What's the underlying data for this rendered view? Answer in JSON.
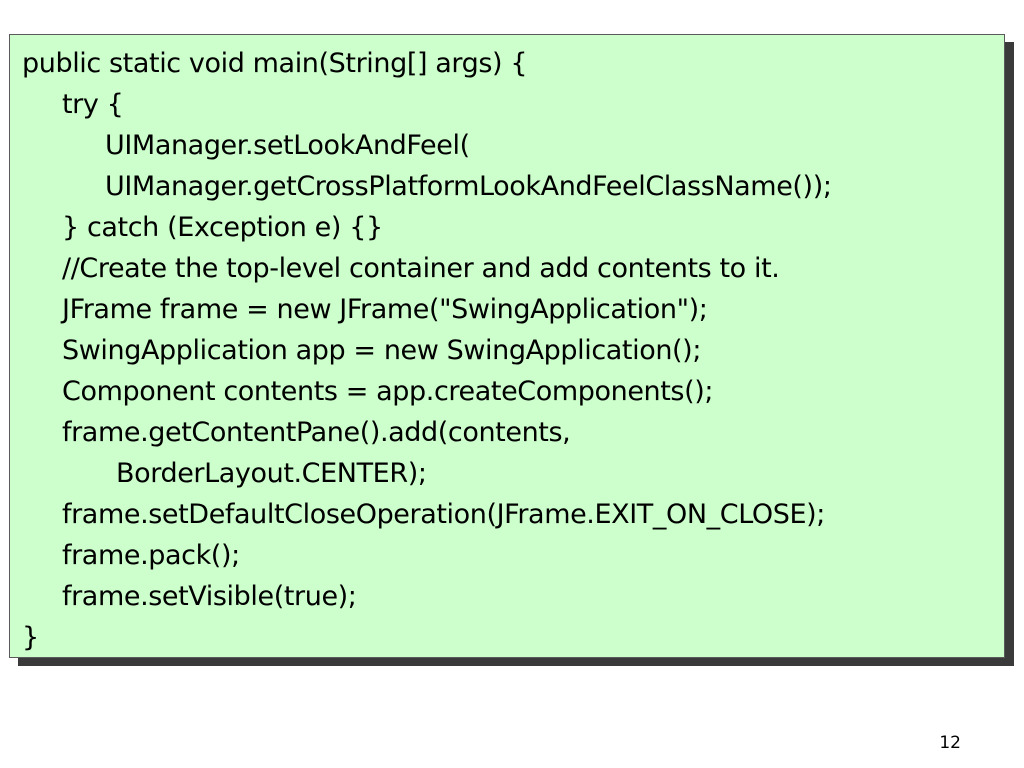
{
  "slide": {
    "code_lines": [
      "public static void main(String[] args) {",
      "try {",
      "UIManager.setLookAndFeel(",
      "UIManager.getCrossPlatformLookAndFeelClassName());",
      "} catch (Exception e) {}",
      "//Create the top-level container and add contents to it.",
      "JFrame frame = new JFrame(\"SwingApplication\");",
      "SwingApplication app = new SwingApplication();",
      "Component contents = app.createComponents();",
      "frame.getContentPane().add(contents,",
      "BorderLayout.CENTER);",
      "frame.setDefaultCloseOperation(JFrame.EXIT_ON_CLOSE);",
      "frame.pack();",
      "frame.setVisible(true);",
      "}"
    ],
    "page_number": "12"
  },
  "colors": {
    "code_background": "#ccffcc",
    "shadow": "#3a3a3a",
    "text": "#000000"
  }
}
